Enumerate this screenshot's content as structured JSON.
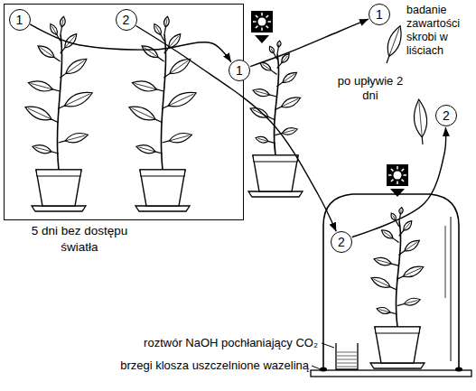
{
  "diagram": {
    "nodes": [
      {
        "text": [
          "5 dni bez dostępu światła"
        ]
      },
      {
        "text": [
          "1"
        ],
        "in": 0
      },
      {
        "text": [
          "2"
        ],
        "in": 0
      },
      {
        "text": [
          "1"
        ]
      },
      {
        "text": [
          "1"
        ]
      },
      {
        "text": [
          "2"
        ]
      },
      {
        "text": [
          "2"
        ]
      }
    ],
    "edges": [
      {
        "from": 1,
        "to": 3,
        "arrow": "to"
      },
      {
        "from": 3,
        "to": 4,
        "arrow": "to"
      },
      {
        "from": 2,
        "to": 6,
        "arrow": "to"
      },
      {
        "from": 6,
        "to": 5,
        "arrow": "to"
      }
    ],
    "labels": [
      "badanie zawartości skrobi w liściach",
      "po upływie 2 dni",
      "roztwór NaOH pochłaniający CO₂",
      "brzegi klosza uszczelnione wazeliną"
    ]
  }
}
